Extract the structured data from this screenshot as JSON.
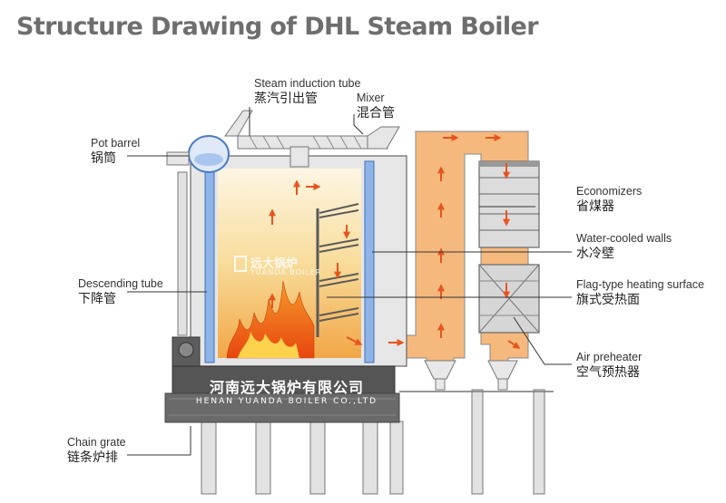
{
  "title": "Structure Drawing of DHL Steam Boiler",
  "labels": {
    "steam_induction_tube": {
      "en": "Steam induction tube",
      "zh": "蒸汽引出管"
    },
    "mixer": {
      "en": "Mixer",
      "zh": "混合管"
    },
    "pot_barrel": {
      "en": "Pot barrel",
      "zh": "锅筒"
    },
    "descending_tube": {
      "en": "Descending tube",
      "zh": "下降管"
    },
    "chain_grate": {
      "en": "Chain grate",
      "zh": "链条炉排"
    },
    "economizers": {
      "en": "Economizers",
      "zh": "省煤器"
    },
    "water_cooled_walls": {
      "en": "Water-cooled walls",
      "zh": "水冷壁"
    },
    "flag_heating_surface": {
      "en": "Flag-type heating surface",
      "zh": "旗式受热面"
    },
    "air_preheater": {
      "en": "Air preheater",
      "zh": "空气预热器"
    }
  },
  "watermark": {
    "logo_text": "远大锅炉",
    "logo_sub": "YUANDA BOILER",
    "company_cn": "河南远大锅炉有限公司",
    "company_en": "HENAN YUANDA BOILER CO.,LTD"
  },
  "colors": {
    "flue_duct": "#f5b97d",
    "arrow": "#e8541c",
    "flame": "#f06a12",
    "water_wall": "#5b8ed6",
    "structure": "#6a6a6a"
  }
}
